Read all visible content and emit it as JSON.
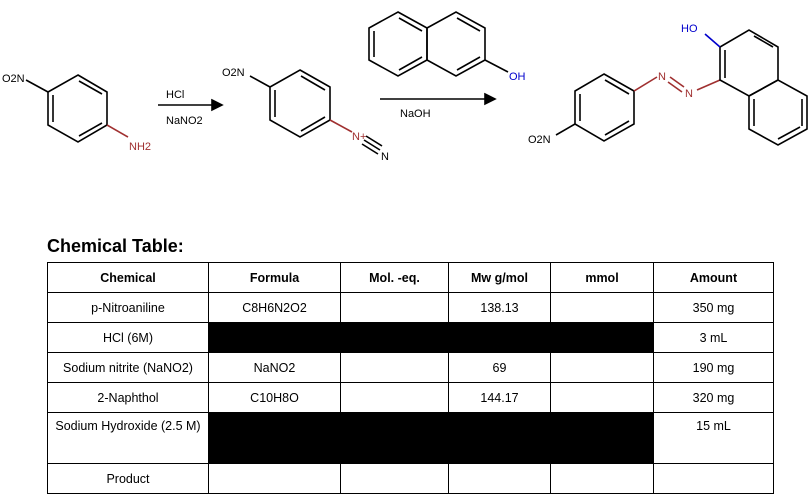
{
  "scheme": {
    "reactant_labels": {
      "nitro": "O2N",
      "amine": "NH2"
    },
    "step1_reagents": [
      "HCl",
      "NaNO2"
    ],
    "diazonium_labels": {
      "nitro": "O2N",
      "n_plus": "N+",
      "n": "N"
    },
    "naphthol_label": "OH",
    "step2_reagent": "NaOH",
    "product_labels": {
      "hydroxy": "HO",
      "n1": "N",
      "n2": "N",
      "nitro": "O2N"
    },
    "colors": {
      "nitrogen": "#a03030",
      "oxygen": "#0000cc"
    }
  },
  "table_title": "Chemical Table:",
  "table": {
    "headers": [
      "Chemical",
      "Formula",
      "Mol. -eq.",
      "Mw g/mol",
      "mmol",
      "Amount"
    ],
    "rows": [
      {
        "chemical": "p-Nitroaniline",
        "formula": "C8H6N2O2",
        "moleq": "",
        "mw": "138.13",
        "mmol": "",
        "amount": "350 mg"
      },
      {
        "chemical": "HCl (6M)",
        "redacted": true,
        "amount": "3 mL"
      },
      {
        "chemical": "Sodium nitrite (NaNO2)",
        "formula": "NaNO2",
        "moleq": "",
        "mw": "69",
        "mmol": "",
        "amount": "190 mg"
      },
      {
        "chemical": "2-Naphthol",
        "formula": "C10H8O",
        "moleq": "",
        "mw": "144.17",
        "mmol": "",
        "amount": "320 mg"
      },
      {
        "chemical": "Sodium Hydroxide (2.5 M)",
        "redacted": true,
        "amount": "15 mL"
      },
      {
        "chemical": "Product",
        "formula": "",
        "moleq": "",
        "mw": "",
        "mmol": "",
        "amount": ""
      }
    ]
  }
}
